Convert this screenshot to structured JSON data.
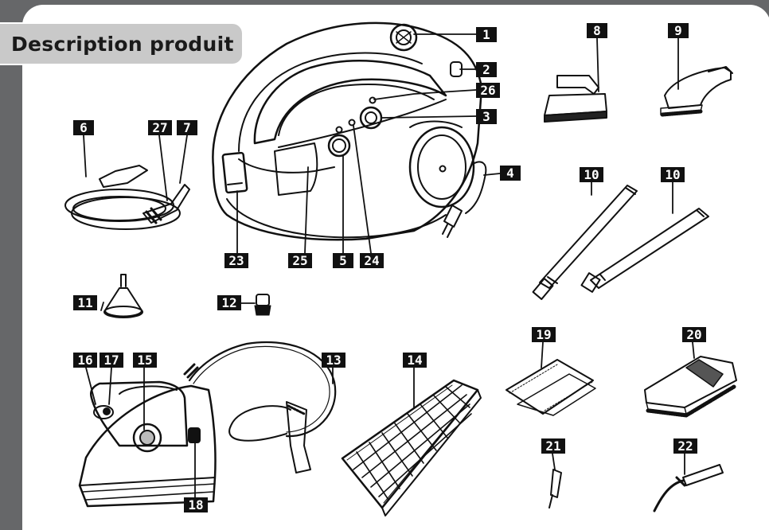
{
  "title": "Description produit",
  "labels": [
    "1",
    "2",
    "26",
    "3",
    "4",
    "5",
    "6",
    "7",
    "8",
    "9",
    "10",
    "10",
    "11",
    "12",
    "13",
    "14",
    "15",
    "16",
    "17",
    "18",
    "19",
    "20",
    "21",
    "22",
    "23",
    "24",
    "25",
    "27"
  ],
  "colors": {
    "background": "#666769",
    "panel": "#ffffff",
    "title_tab": "#c9c9c9",
    "label_bg": "#111111",
    "label_text": "#ffffff"
  }
}
